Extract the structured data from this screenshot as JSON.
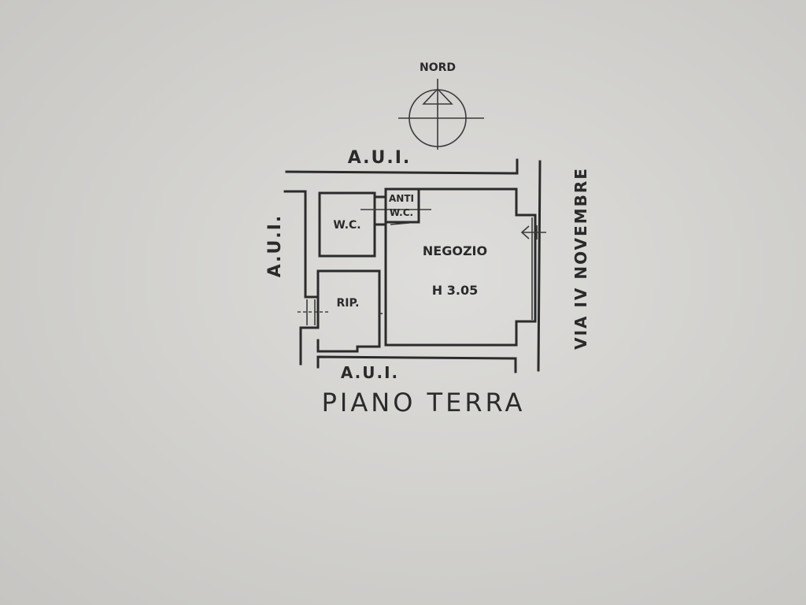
{
  "plan": {
    "title": "PIANO TERRA",
    "north_label": "NORD",
    "street_label": "VIA IV NOVEMBRE",
    "common_area_top": "A.U.I.",
    "common_area_left": "A.U.I.",
    "common_area_bottom": "A.U.I.",
    "rooms": [
      {
        "name": "wc",
        "label": "W.C."
      },
      {
        "name": "anti-wc-line1",
        "label": "ANTI"
      },
      {
        "name": "anti-wc-line2",
        "label": "W.C."
      },
      {
        "name": "ripostiglio",
        "label": "RIP."
      },
      {
        "name": "negozio",
        "label": "NEGOZIO"
      },
      {
        "name": "negozio-height",
        "label": "H 3.05"
      }
    ],
    "icons": [
      "north-arrow-icon",
      "entrance-arrow-icon"
    ],
    "colors": {
      "paper": "#d6d5d2",
      "ink": "#2b2b2b"
    }
  }
}
